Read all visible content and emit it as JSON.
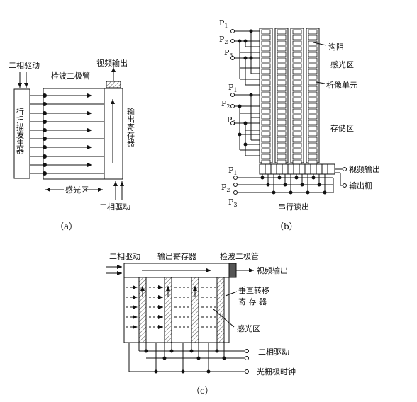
{
  "panel_a": {
    "caption": "（a）",
    "drive_top": "二相驱动",
    "video_out": "视频输出",
    "detector_diode": "检波二极管",
    "row_scan_generator": "行扫描发生器",
    "output_register": "输出寄存器",
    "photosensitive_area": "感光区",
    "drive_bottom": "二相驱动"
  },
  "panel_b": {
    "caption": "（b）",
    "phase_p": "P",
    "phase_1": "1",
    "phase_2": "2",
    "phase_3": "3",
    "channel_stop": "沟阻",
    "photosensitive_area": "感光区",
    "pixel_unit": "析像单元",
    "storage_area": "存储区",
    "video_out": "视频输出",
    "output_gate": "输出栅",
    "serial_readout": "串行读出"
  },
  "panel_c": {
    "caption": "（c）",
    "drive_top": "二相驱动",
    "output_register": "输出寄存器",
    "detector_diode": "检波二极管",
    "video_out": "视频输出",
    "vertical_transfer_1": "垂直转移",
    "vertical_transfer_2": "寄 存 器",
    "photosensitive_area": "感光区",
    "drive_bottom": "二相驱动",
    "gate_clock": "光栅极时钟"
  }
}
